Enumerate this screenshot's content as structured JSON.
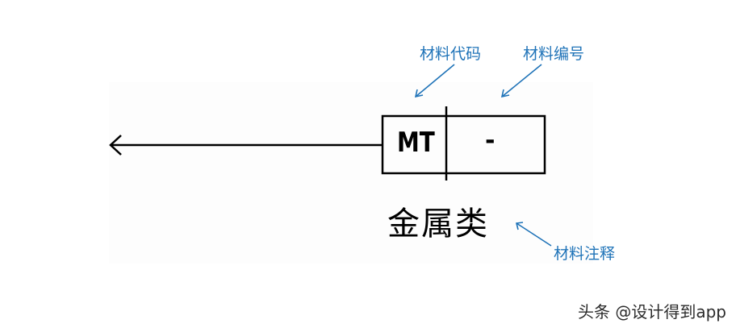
{
  "annotations": {
    "material_code_label": "材料代码",
    "material_number_label": "材料编号",
    "material_note_label": "材料注释"
  },
  "symbol": {
    "code": "MT",
    "number": "-",
    "note": "金属类"
  },
  "watermark": "头条 @设计得到app",
  "colors": {
    "annotation": "#1f73b8",
    "line": "#000000"
  }
}
